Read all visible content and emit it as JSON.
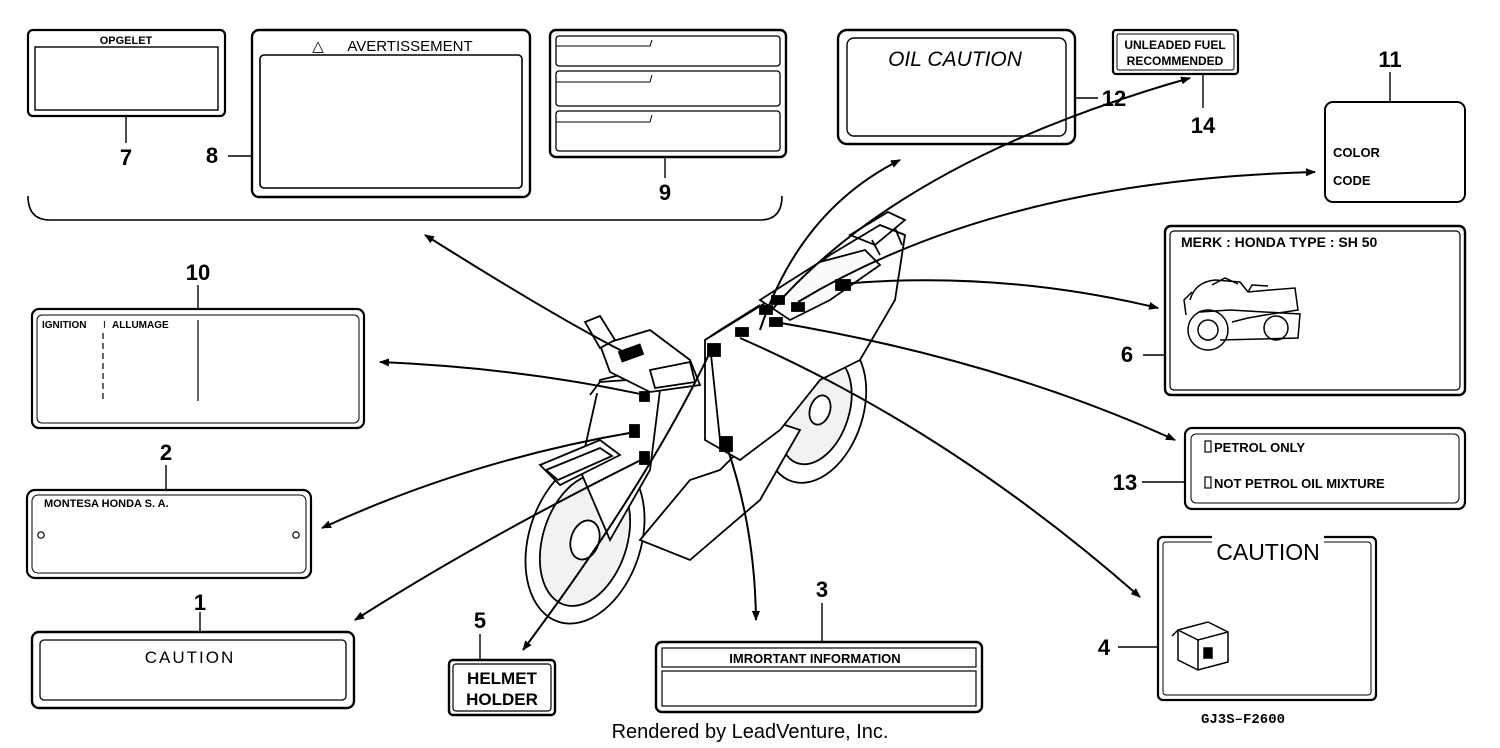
{
  "diagram_id": "GJ3S–F2600",
  "footer": "Rendered by LeadVenture, Inc.",
  "callouts": {
    "c1": "1",
    "c2": "2",
    "c3": "3",
    "c4": "4",
    "c5": "5",
    "c6": "6",
    "c7": "7",
    "c8": "8",
    "c9": "9",
    "c10": "10",
    "c11": "11",
    "c12": "12",
    "c13": "13",
    "c14": "14"
  },
  "labels": {
    "opgelet": "OPGELET",
    "avertissement": "AVERTISSEMENT",
    "avert_symbol": "△",
    "oil_caution": "OIL  CAUTION",
    "unleaded_line1": "UNLEADED FUEL",
    "unleaded_line2": "RECOMMENDED",
    "color_line1": "COLOR",
    "color_line2": "CODE",
    "merk": "MERK : HONDA TYPE : SH  50",
    "ignition": "IGNITION",
    "ignition_sep": "I",
    "allumage": "ALLUMAGE",
    "montesa": "MONTESA HONDA S. A.",
    "caution_1": "CAUTION",
    "helmet_line1": "HELMET",
    "helmet_line2": "HOLDER",
    "important_info": "IMRORTANT  INFORMATION",
    "petrol_only": "PETROL  ONLY",
    "not_petrol": "NOT PETROL   OIL MIXTURE",
    "caution_4": "CAUTION"
  }
}
